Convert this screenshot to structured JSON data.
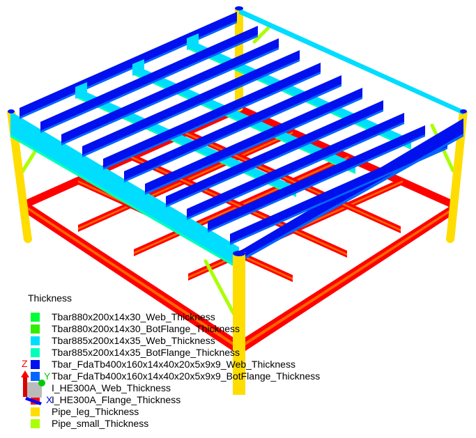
{
  "viewport": {
    "name": "3d-structure-view",
    "colors": {
      "background": "#ffffff",
      "tbar880_web": "#00ff33",
      "tbar880_botflange": "#33ee00",
      "tbar885_web": "#00ddff",
      "tbar885_botflange": "#00ffbb",
      "tbar_fda_web": "#0011ee",
      "tbar_fda_botflange": "#0066ff",
      "ihe300a_web": "#ff6600",
      "ihe300a_flange": "#ff0000",
      "pipe_leg": "#ffdd00",
      "pipe_small": "#aaff00"
    }
  },
  "legend": {
    "title": "Thickness",
    "items": [
      {
        "label": "Tbar880x200x14x30_Web_Thickness",
        "color": "#00ff33"
      },
      {
        "label": "Tbar880x200x14x30_BotFlange_Thickness",
        "color": "#33ee00"
      },
      {
        "label": "Tbar885x200x14x35_Web_Thickness",
        "color": "#00ddff"
      },
      {
        "label": "Tbar885x200x14x35_BotFlange_Thickness",
        "color": "#00ffbb"
      },
      {
        "label": "Tbar_FdaTb400x160x14x40x20x5x9x9_Web_Thickness",
        "color": "#0011ee"
      },
      {
        "label": "Tbar_FdaTb400x160x14x40x20x5x9x9_BotFlange_Thickness",
        "color": "#0066ff"
      },
      {
        "label": "I_HE300A_Web_Thickness",
        "color": "#ff6600"
      },
      {
        "label": "I_HE300A_Flange_Thickness",
        "color": "#ff0000"
      },
      {
        "label": "Pipe_leg_Thickness",
        "color": "#ffdd00"
      },
      {
        "label": "Pipe_small_Thickness",
        "color": "#aaff00"
      }
    ]
  },
  "triad": {
    "x_label": "X",
    "y_label": "Y",
    "z_label": "Z",
    "x_color": "#0000ff",
    "y_color": "#00cc00",
    "z_color": "#ff0000"
  }
}
